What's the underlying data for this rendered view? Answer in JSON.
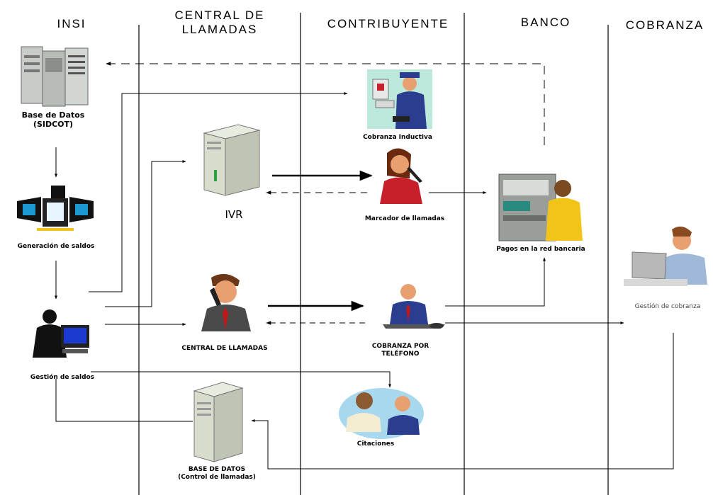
{
  "lanes": [
    {
      "id": "insi",
      "title": "INSI"
    },
    {
      "id": "central",
      "title": "CENTRAL DE\nLLAMADAS"
    },
    {
      "id": "contribuyente",
      "title": "CONTRIBUYENTE"
    },
    {
      "id": "banco",
      "title": "BANCO"
    },
    {
      "id": "cobranza",
      "title": "COBRANZA"
    }
  ],
  "nodes": {
    "base_datos_sidcot": {
      "label": "Base de Datos\n(SIDCOT)",
      "icon": "database-server-icon"
    },
    "generacion_saldos": {
      "label": "Generación de saldos",
      "icon": "computer-network-icon"
    },
    "gestion_saldos": {
      "label": "Gestión de saldos",
      "icon": "person-at-computer-icon"
    },
    "cobranza_inductiva": {
      "label": "Cobranza Inductiva",
      "icon": "person-at-desk-icon"
    },
    "ivr": {
      "label": "IVR",
      "icon": "ivr-server-icon"
    },
    "marcador_llamadas": {
      "label": "Marcador de llamadas",
      "icon": "woman-on-phone-icon"
    },
    "central_llamadas": {
      "label": "CENTRAL DE LLAMADAS",
      "icon": "man-on-phone-icon"
    },
    "cobranza_telefono": {
      "label": "COBRANZA POR\nTELÉFONO",
      "icon": "businessman-on-phone-icon"
    },
    "citaciones": {
      "label": "Citaciones",
      "icon": "meeting-people-icon"
    },
    "base_datos_control": {
      "label": "BASE DE DATOS\n(Control de llamadas)",
      "icon": "database-server-icon"
    },
    "pagos_red_bancaria": {
      "label": "Pagos en la red bancaria",
      "icon": "woman-at-atm-icon"
    },
    "gestion_cobranza": {
      "label": "Gestión de cobranza",
      "icon": "man-at-laptop-icon"
    }
  },
  "colors": {
    "line": "#000000",
    "skin": "#e8a070",
    "monitor_blue": "#1a3ad0",
    "server_gray": "#c8ccc8",
    "suit_blue": "#2a3d8f",
    "red": "#c8202a",
    "yellow": "#f2c418",
    "tie_red": "#c01818"
  }
}
